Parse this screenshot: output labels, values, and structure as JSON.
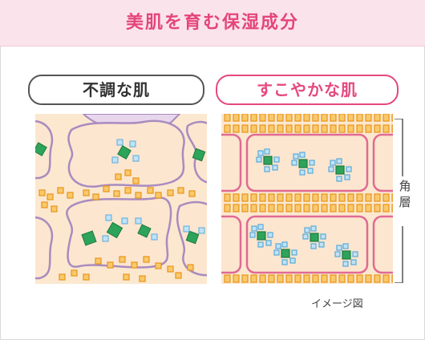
{
  "header": {
    "title": "美肌を育む保湿成分"
  },
  "left": {
    "label": "不調な肌"
  },
  "right": {
    "label": "すこやかな肌"
  },
  "side_label": {
    "line1": "角",
    "line2": "層"
  },
  "caption": "イメージ図",
  "colors": {
    "accent_pink": "#e5487f",
    "header_bg": "#fbe3ec",
    "cell_fill": "#fce6cf",
    "cell_stroke_left": "#a98bbf",
    "cell_stroke_right": "#e06a93",
    "lipid": "#f3a52a",
    "molecule_green": "#2ea35a",
    "molecule_blue": "#8ec9ec"
  }
}
